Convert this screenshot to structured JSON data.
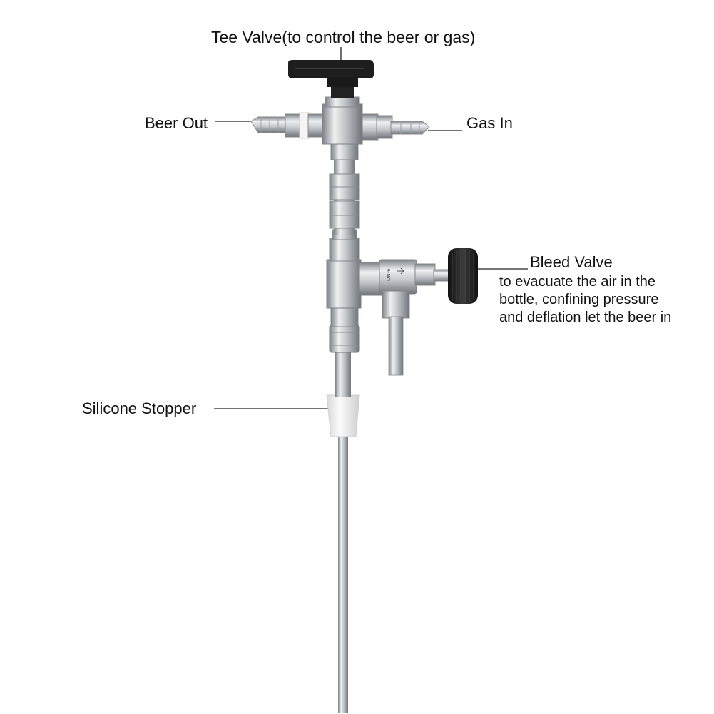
{
  "labels": {
    "tee_valve": "Tee Valve(to control the beer or gas)",
    "beer_out": "Beer Out",
    "gas_in": "Gas In",
    "bleed_valve": "Bleed Valve",
    "bleed_valve_desc": [
      "to evacuate the air in the",
      "bottle, confining pressure",
      "and deflation let the beer in"
    ],
    "silicone_stopper": "Silicone Stopper"
  },
  "colors": {
    "steel_light": "#e6e8ea",
    "steel_mid": "#b9bdc1",
    "steel_dark": "#7d8287",
    "handle": "#1e1e1e",
    "stopper": "#f1f1f1",
    "leader": "#222222"
  }
}
